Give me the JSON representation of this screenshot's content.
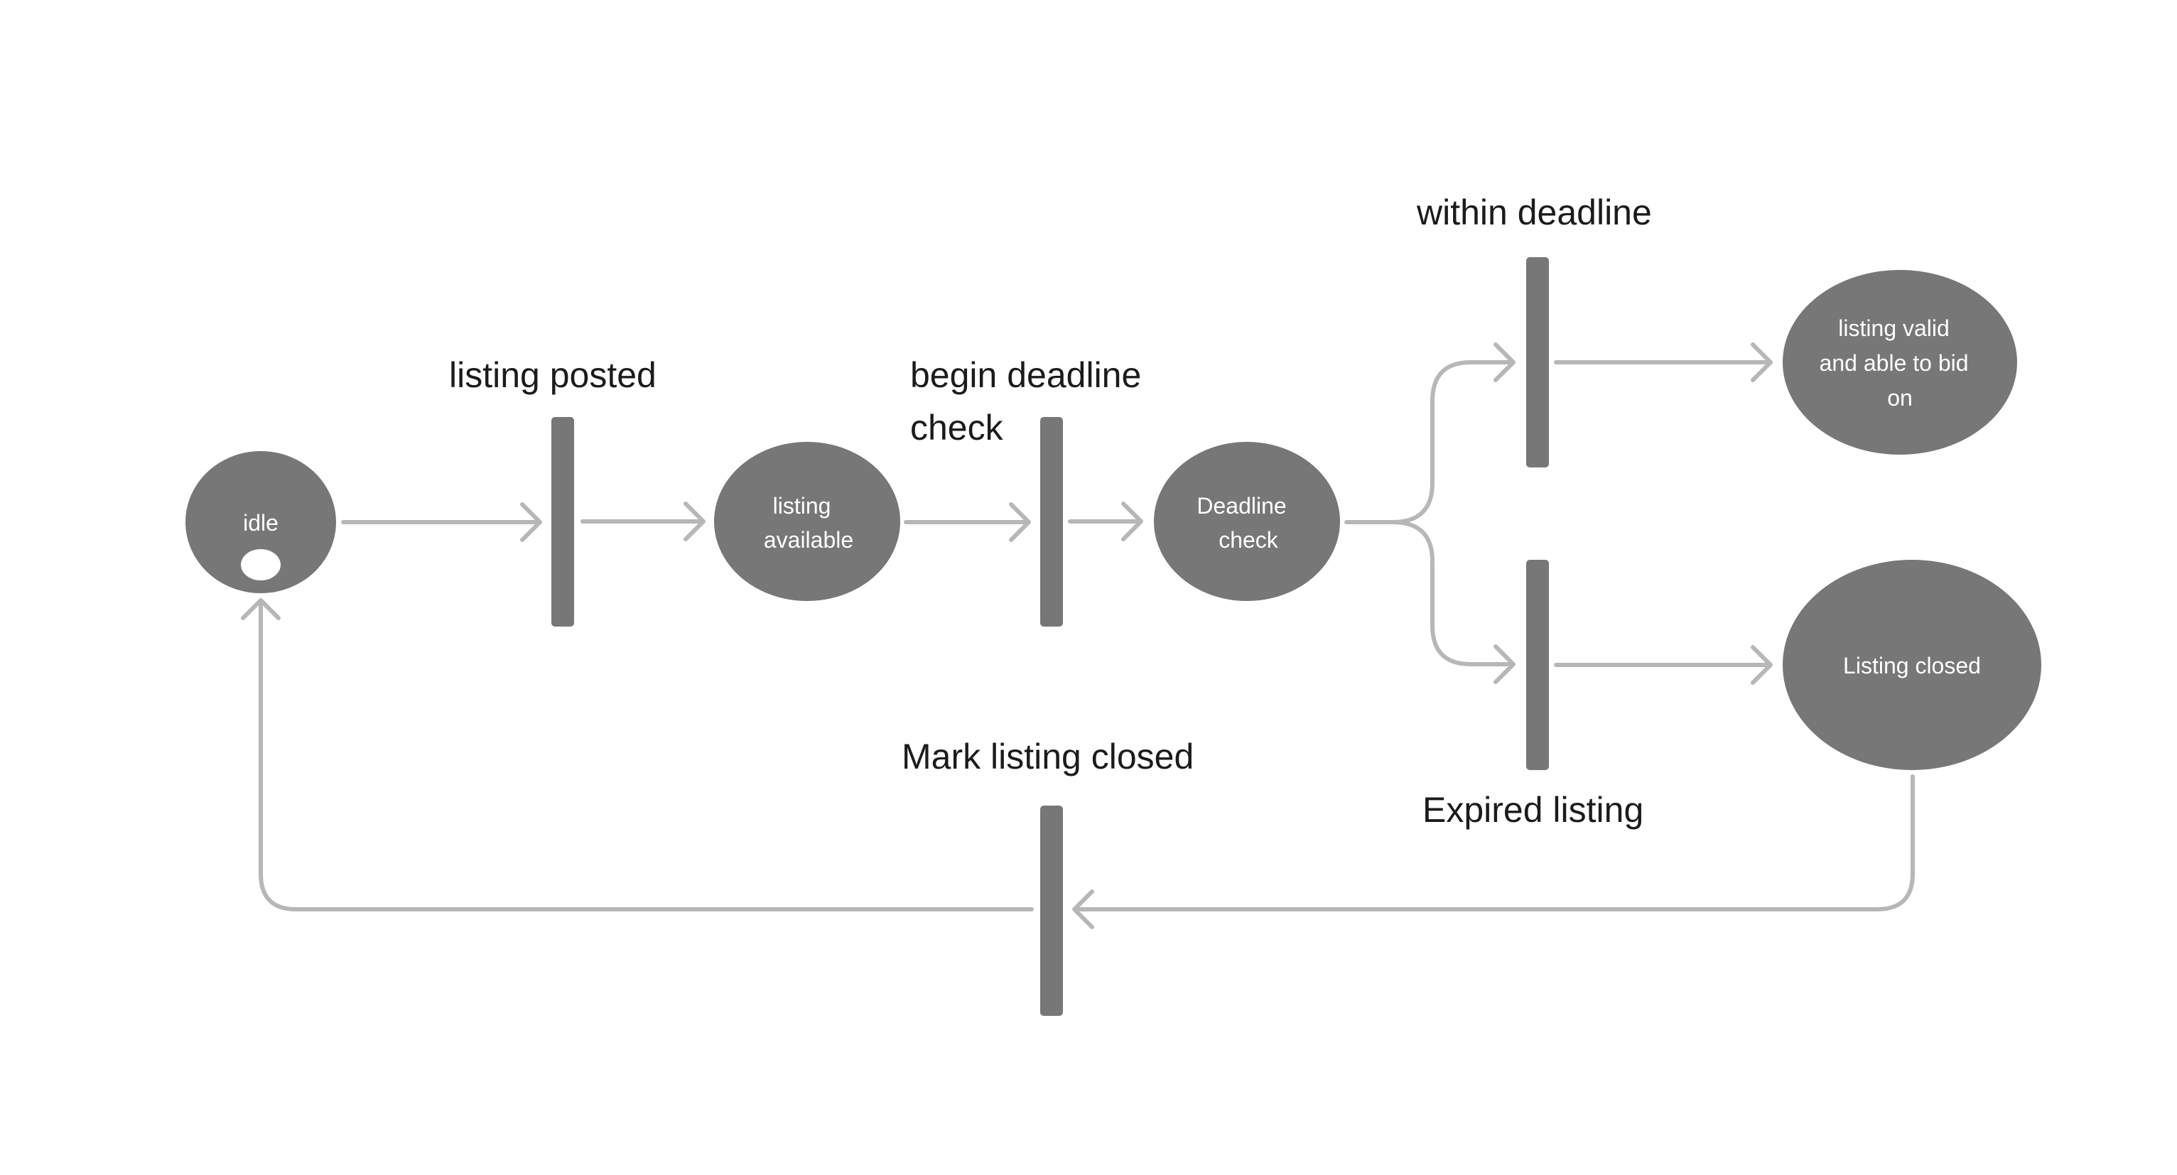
{
  "diagram": {
    "type": "state-machine",
    "colors": {
      "background": "#ffffff",
      "state_fill": "#777777",
      "state_text": "#ffffff",
      "transition_bar": "#777777",
      "arrow": "#b7b7b7",
      "label_text": "#1b1b1b"
    },
    "states": {
      "idle": "idle",
      "listing_available": [
        "listing",
        "available"
      ],
      "deadline_check": [
        "Deadline",
        "check"
      ],
      "listing_valid": [
        "listing valid",
        "and able to bid",
        "on"
      ],
      "listing_closed": "Listing closed"
    },
    "transitions": {
      "listing_posted": "listing posted",
      "begin_deadline_check": [
        "begin deadline",
        "check"
      ],
      "within_deadline": "within deadline",
      "expired_listing": "Expired listing",
      "mark_listing_closed": "Mark listing closed"
    }
  }
}
